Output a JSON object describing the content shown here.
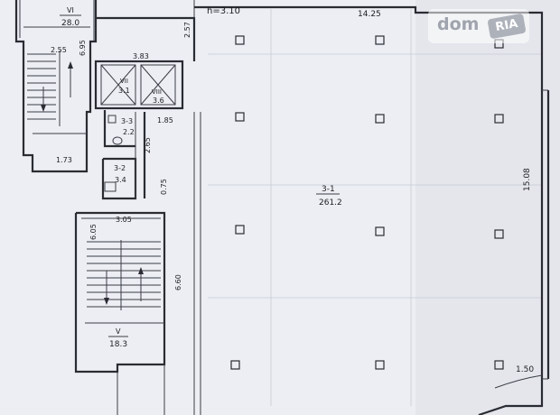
{
  "height_label": "h=3.10",
  "dims": {
    "top_width": "14.25",
    "right_height": "15.08",
    "bottom_right": "1.50",
    "d_257": "2.57",
    "d_695": "6.95",
    "d_255": "2.55",
    "d_383": "3.83",
    "d_185": "1.85",
    "d_265": "2.65",
    "d_173": "1.73",
    "d_075": "0.75",
    "d_305": "3.05",
    "d_605": "6.05",
    "d_660": "6.60"
  },
  "rooms": {
    "vi": {
      "num": "VI",
      "area": "28.0"
    },
    "vii": {
      "num": "VII",
      "area": "3.1"
    },
    "viii": {
      "num": "VIII",
      "area": "3.6"
    },
    "r33": {
      "num": "3-3",
      "area": "2.2"
    },
    "r32": {
      "num": "3-2",
      "area": "3.4"
    },
    "r31": {
      "num": "3-1",
      "area": "261.2"
    },
    "v": {
      "num": "V",
      "area": "18.3"
    }
  },
  "watermark": {
    "text": "dom",
    "badge": "RIA"
  }
}
